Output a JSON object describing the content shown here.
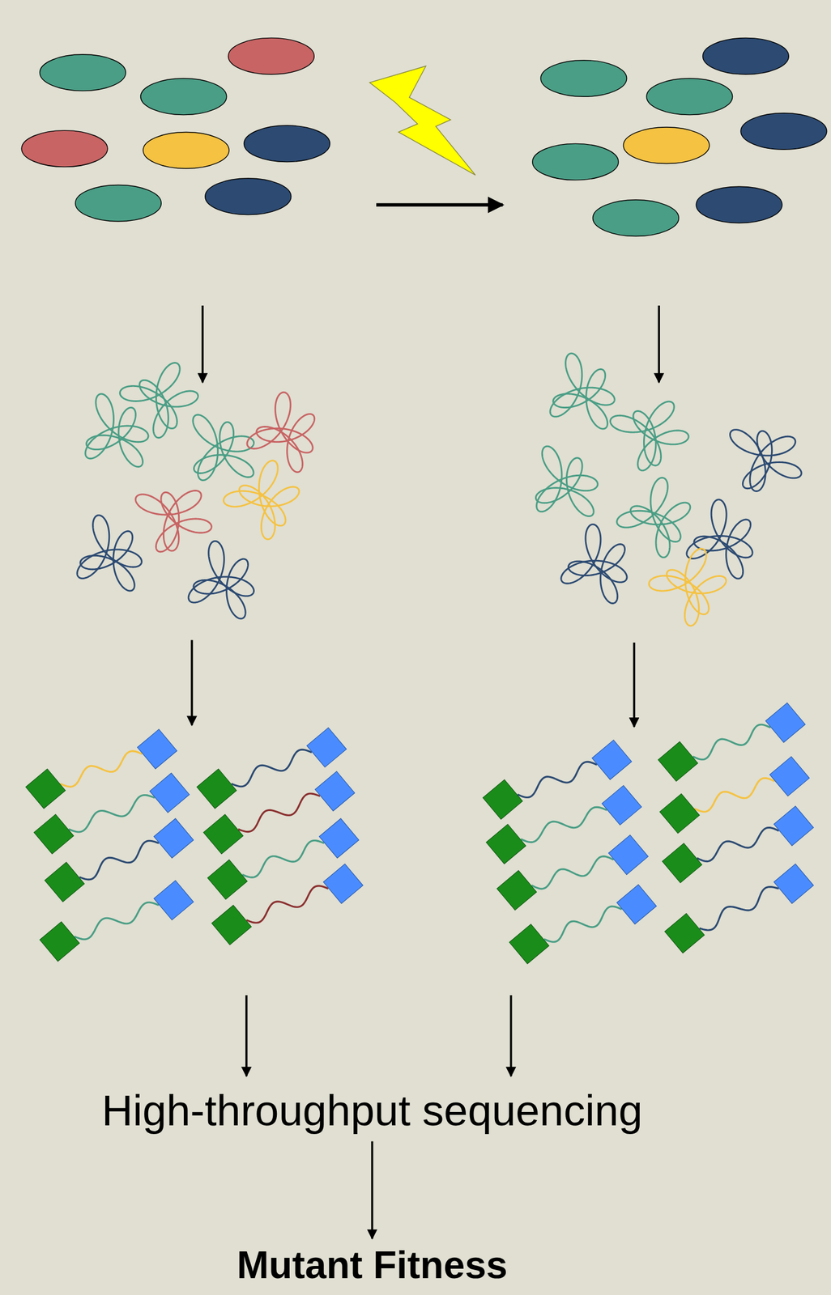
{
  "diagram": {
    "nodes": [
      {
        "text": [
          "High-throughput sequencing"
        ]
      },
      {
        "text": [
          "Mutant Fitness"
        ]
      }
    ],
    "edges": [
      {
        "from": 0,
        "to": 1,
        "arrow": "to"
      }
    ]
  }
}
